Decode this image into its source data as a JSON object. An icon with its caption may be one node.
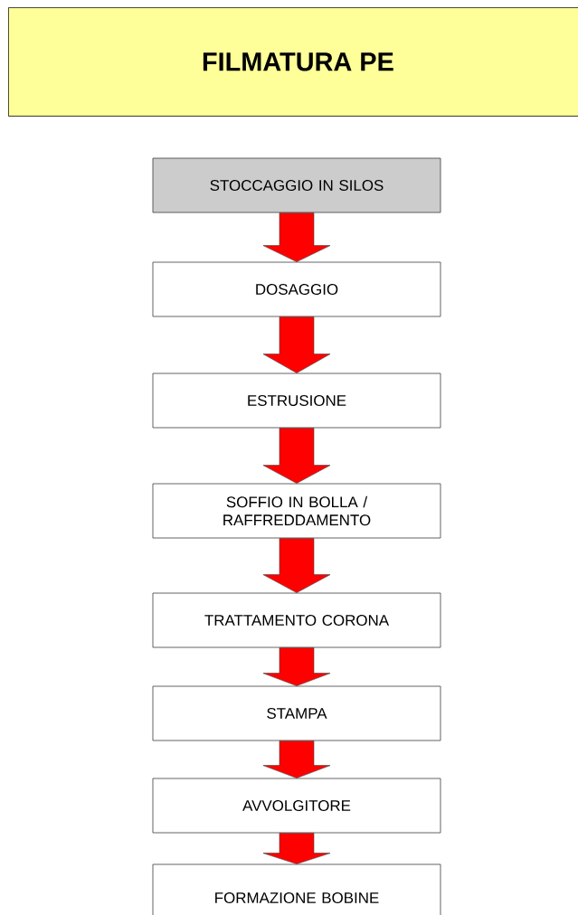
{
  "diagram": {
    "title": "FILMATURA PE",
    "nodes": [
      {
        "text": [
          "STOCCAGGIO IN SILOS"
        ]
      },
      {
        "text": [
          "DOSAGGIO"
        ]
      },
      {
        "text": [
          "ESTRUSIONE"
        ]
      },
      {
        "text": [
          "SOFFIO IN BOLLA / RAFFREDDAMENTO"
        ]
      },
      {
        "text": [
          "TRATTAMENTO CORONA"
        ]
      },
      {
        "text": [
          "STAMPA"
        ]
      },
      {
        "text": [
          "AVVOLGITORE"
        ]
      },
      {
        "text": [
          "FORMAZIONE BOBINE"
        ]
      }
    ],
    "edges": [
      {
        "from": 0,
        "to": 1,
        "arrow": "to"
      },
      {
        "from": 1,
        "to": 2,
        "arrow": "to"
      },
      {
        "from": 2,
        "to": 3,
        "arrow": "to"
      },
      {
        "from": 3,
        "to": 4,
        "arrow": "to"
      },
      {
        "from": 4,
        "to": 5,
        "arrow": "to"
      },
      {
        "from": 5,
        "to": 6,
        "arrow": "to"
      },
      {
        "from": 6,
        "to": 7,
        "arrow": "to"
      }
    ]
  }
}
